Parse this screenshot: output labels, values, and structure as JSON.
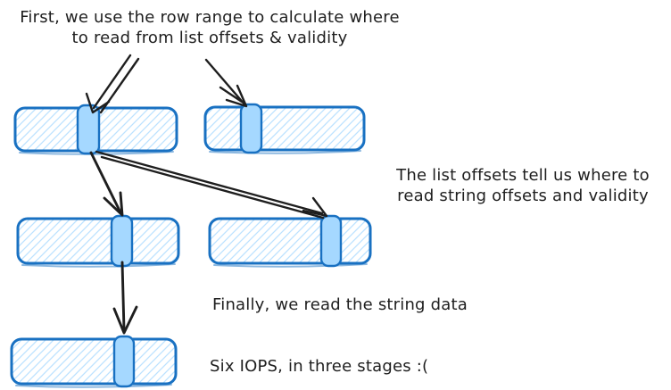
{
  "colors": {
    "stroke": "#1971c2",
    "fill": "#a5d8ff",
    "ink": "#1e1e1e",
    "background": "#ffffff"
  },
  "annotations": {
    "step1_line1": "First, we use the row range to calculate where",
    "step1_line2": "to read from list offsets & validity",
    "step2_line1": "The list offsets tell us where to",
    "step2_line2": "read string offsets and validity",
    "step3": "Finally, we read the string data",
    "summary": "Six IOPS, in three stages :("
  }
}
